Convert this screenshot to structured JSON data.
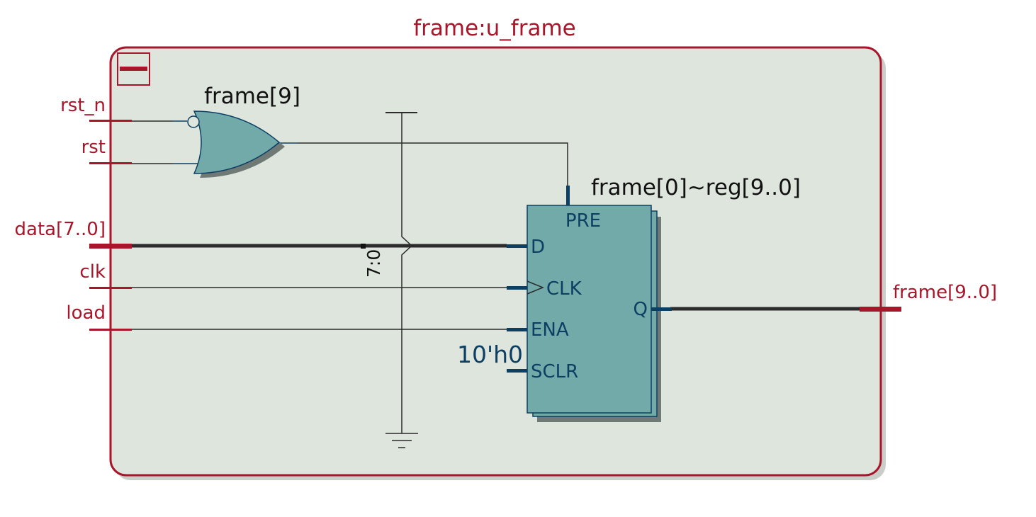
{
  "module": {
    "title": "frame:u_frame",
    "collapse_icon": "minus-icon"
  },
  "inputs": {
    "rst_n": "rst_n",
    "rst": "rst",
    "data": "data[7..0]",
    "clk": "clk",
    "load": "load"
  },
  "outputs": {
    "frame": "frame[9..0]"
  },
  "or_gate": {
    "label": "frame[9]",
    "icon": "or-gate-icon"
  },
  "register": {
    "label": "frame[0]~reg[9..0]",
    "ports": {
      "pre": "PRE",
      "d": "D",
      "clk": "CLK",
      "ena": "ENA",
      "sclr": "SCLR",
      "q": "Q"
    },
    "sclr_const": "10'h0"
  },
  "bus_slice": "7:0",
  "ground_icon": "ground-icon",
  "vcc_icon": "vcc-icon",
  "colors": {
    "module_border": "#a8162b",
    "module_fill": "#dde5dc",
    "component_fill": "#72aaaa",
    "port_blue": "#0d3f63",
    "wire": "#2b2b2b"
  }
}
